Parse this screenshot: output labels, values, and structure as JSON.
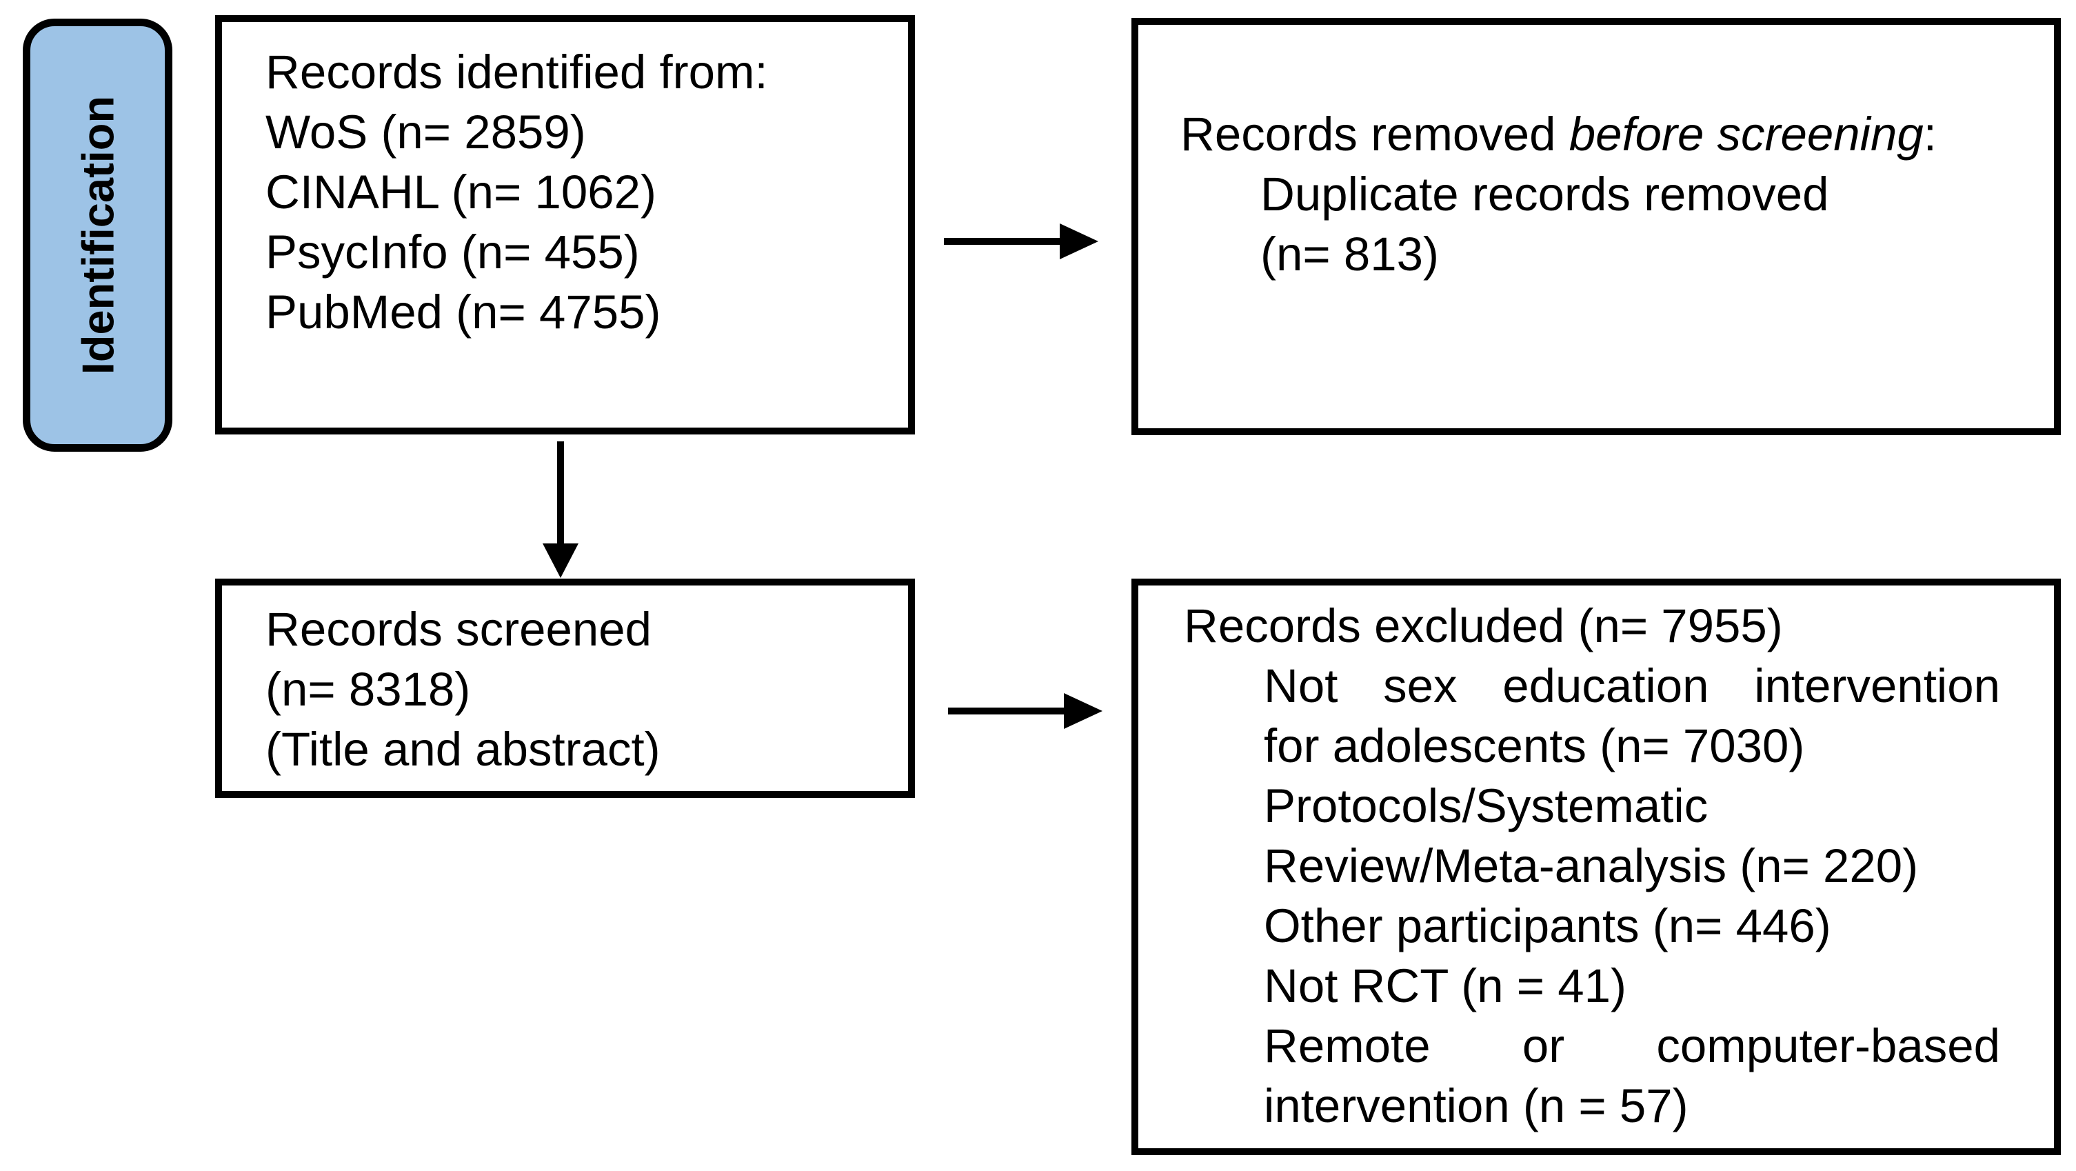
{
  "colors": {
    "stage_fill": "#9DC3E6",
    "line_color": "#000000",
    "background": "#FFFFFF"
  },
  "stage": {
    "label": "Identification"
  },
  "boxes": {
    "identified": {
      "lines": [
        "Records identified from:",
        "WoS (n= 2859)",
        "CINAHL (n= 1062)",
        "PsycInfo (n= 455)",
        "PubMed (n= 4755)"
      ]
    },
    "removed": {
      "title_prefix": "Records removed ",
      "title_italic": "before screening",
      "title_suffix": ":",
      "details": [
        "Duplicate records removed",
        "(n= 813)"
      ]
    },
    "screened": {
      "lines": [
        "Records screened",
        "(n= 8318)",
        "(Title and abstract)"
      ]
    },
    "excluded": {
      "title": "Records excluded (n= 7955)",
      "details": [
        "Not sex education intervention",
        "for adolescents (n= 7030)",
        "Protocols/Systematic",
        "Review/Meta-analysis (n= 220)",
        "Other participants (n= 446)",
        "Not RCT (n = 41)",
        "Remote or computer-based",
        "intervention (n = 57)"
      ]
    }
  },
  "icons": {
    "arrow_right_top": "arrow-right-icon",
    "arrow_down": "arrow-down-icon",
    "arrow_right_bottom": "arrow-right-icon"
  }
}
